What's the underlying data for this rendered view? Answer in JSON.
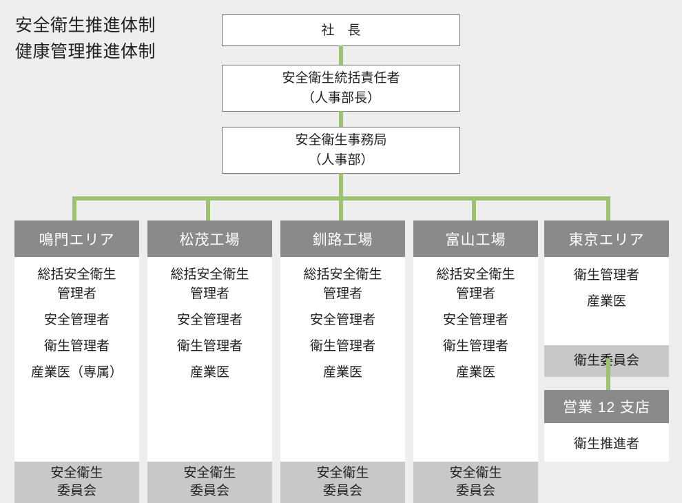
{
  "title": {
    "line1": "安全衛生推進体制",
    "line2": "健康管理推進体制"
  },
  "top_boxes": {
    "president": "社　長",
    "chief_line1": "安全衛生統括責任者",
    "chief_line2": "（人事部長）",
    "office_line1": "安全衛生事務局",
    "office_line2": "（人事部）"
  },
  "units": [
    {
      "name": "鳴門エリア",
      "roles_line1": "総括安全衛生",
      "roles_line2": "管理者",
      "role_safety": "安全管理者",
      "role_health": "衛生管理者",
      "role_doctor": "産業医（専属）",
      "committee_line1": "安全衛生",
      "committee_line2": "委員会"
    },
    {
      "name": "松茂工場",
      "roles_line1": "総括安全衛生",
      "roles_line2": "管理者",
      "role_safety": "安全管理者",
      "role_health": "衛生管理者",
      "role_doctor": "産業医",
      "committee_line1": "安全衛生",
      "committee_line2": "委員会"
    },
    {
      "name": "釧路工場",
      "roles_line1": "総括安全衛生",
      "roles_line2": "管理者",
      "role_safety": "安全管理者",
      "role_health": "衛生管理者",
      "role_doctor": "産業医",
      "committee_line1": "安全衛生",
      "committee_line2": "委員会"
    },
    {
      "name": "富山工場",
      "roles_line1": "総括安全衛生",
      "roles_line2": "管理者",
      "role_safety": "安全管理者",
      "role_health": "衛生管理者",
      "role_doctor": "産業医",
      "committee_line1": "安全衛生",
      "committee_line2": "委員会"
    },
    {
      "name": "東京エリア",
      "role_health": "衛生管理者",
      "role_doctor": "産業医",
      "committee_line1": "衛生委員会"
    }
  ],
  "branch": {
    "name": "営業 12 支店",
    "role": "衛生推進者"
  },
  "colors": {
    "background": "#eeeeee",
    "connector_green": "#9cc272",
    "header_gray": "#8a8a8a",
    "committee_gray": "#c8c8c8",
    "box_border": "#6d6e71",
    "text": "#231f20",
    "box_fill": "#ffffff"
  }
}
